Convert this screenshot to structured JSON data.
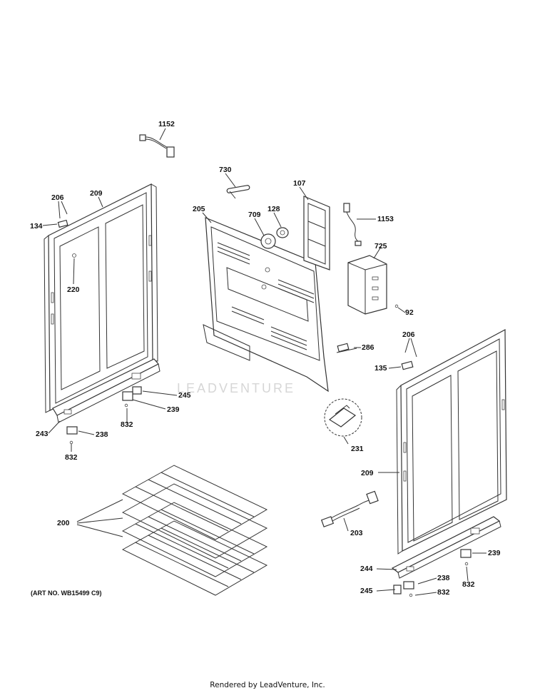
{
  "diagram": {
    "art_number": "(ART NO. WB15499 C9)",
    "watermark": "LEADVENTURE",
    "footer": "Rendered by LeadVenture, Inc.",
    "callouts": [
      {
        "id": "1152",
        "text": "1152"
      },
      {
        "id": "730",
        "text": "730"
      },
      {
        "id": "206a",
        "text": "206"
      },
      {
        "id": "209a",
        "text": "209"
      },
      {
        "id": "134",
        "text": "134"
      },
      {
        "id": "205",
        "text": "205"
      },
      {
        "id": "107",
        "text": "107"
      },
      {
        "id": "709",
        "text": "709"
      },
      {
        "id": "128",
        "text": "128"
      },
      {
        "id": "1153",
        "text": "1153"
      },
      {
        "id": "220",
        "text": "220"
      },
      {
        "id": "725",
        "text": "725"
      },
      {
        "id": "92",
        "text": "92"
      },
      {
        "id": "206b",
        "text": "206"
      },
      {
        "id": "286",
        "text": "286"
      },
      {
        "id": "135",
        "text": "135"
      },
      {
        "id": "245a",
        "text": "245"
      },
      {
        "id": "239a",
        "text": "239"
      },
      {
        "id": "243",
        "text": "243"
      },
      {
        "id": "238a",
        "text": "238"
      },
      {
        "id": "832a",
        "text": "832"
      },
      {
        "id": "832b",
        "text": "832"
      },
      {
        "id": "231",
        "text": "231"
      },
      {
        "id": "209b",
        "text": "209"
      },
      {
        "id": "200",
        "text": "200"
      },
      {
        "id": "203",
        "text": "203"
      },
      {
        "id": "239b",
        "text": "239"
      },
      {
        "id": "244",
        "text": "244"
      },
      {
        "id": "832c",
        "text": "832"
      },
      {
        "id": "238b",
        "text": "238"
      },
      {
        "id": "245b",
        "text": "245"
      },
      {
        "id": "832d",
        "text": "832"
      }
    ]
  }
}
